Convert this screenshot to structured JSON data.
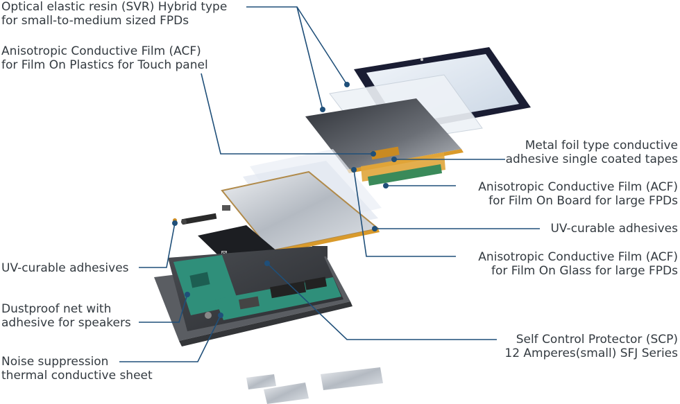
{
  "labels": {
    "svr": {
      "line1": "Optical elastic resin (SVR) Hybrid type",
      "line2": "for small-to-medium sized FPDs"
    },
    "acf_fop": {
      "line1": "Anisotropic Conductive Film (ACF)",
      "line2": "for Film On Plastics for Touch panel"
    },
    "metal_foil": {
      "line1": "Metal foil type conductive",
      "line2": "adhesive single coated tapes"
    },
    "acf_fob": {
      "line1": "Anisotropic Conductive Film (ACF)",
      "line2": "for Film On Board for large FPDs"
    },
    "uv_right": {
      "line1": "UV-curable adhesives"
    },
    "acf_fog": {
      "line1": "Anisotropic Conductive Film (ACF)",
      "line2": "for Film On Glass for large FPDs"
    },
    "uv_left": {
      "line1": "UV-curable adhesives"
    },
    "dustproof": {
      "line1": "Dustproof net with",
      "line2": "adhesive for speakers"
    },
    "scp": {
      "line1": "Self Control Protector (SCP)",
      "line2": "12 Amperes(small) SFJ Series"
    },
    "noise": {
      "line1": "Noise suppression",
      "line2": "thermal conductive sheet"
    }
  },
  "colors": {
    "leader": "#1f4f79",
    "text": "#333a40",
    "pcb": "#2f8f7a",
    "bezel": "#1a1d33",
    "fpc": "#d99a2b"
  }
}
